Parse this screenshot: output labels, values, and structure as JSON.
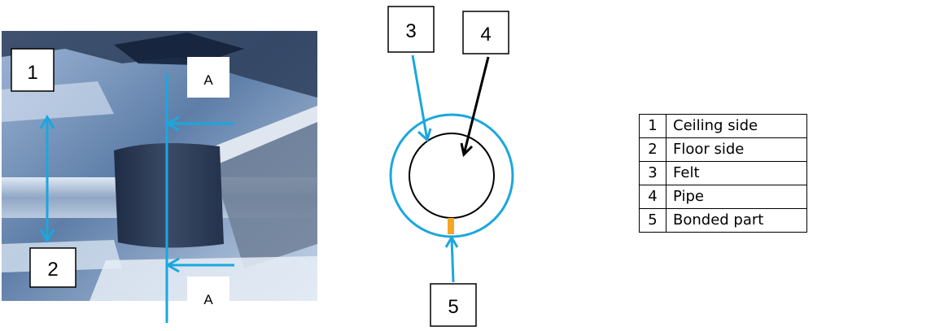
{
  "photo": {
    "callouts": [
      "1",
      "2"
    ],
    "section_labels": [
      "A",
      "A"
    ]
  },
  "cross_section": {
    "callouts": [
      "3",
      "4",
      "5"
    ]
  },
  "legend": {
    "rows": [
      {
        "num": "1",
        "label": "Ceiling side"
      },
      {
        "num": "2",
        "label": "Floor side"
      },
      {
        "num": "3",
        "label": "Felt"
      },
      {
        "num": "4",
        "label": "Pipe"
      },
      {
        "num": "5",
        "label": "Bonded part"
      }
    ]
  },
  "colors": {
    "annotation_blue": "#1aa7de",
    "bonded_orange": "#f5a623",
    "pipe_black": "#000000"
  }
}
